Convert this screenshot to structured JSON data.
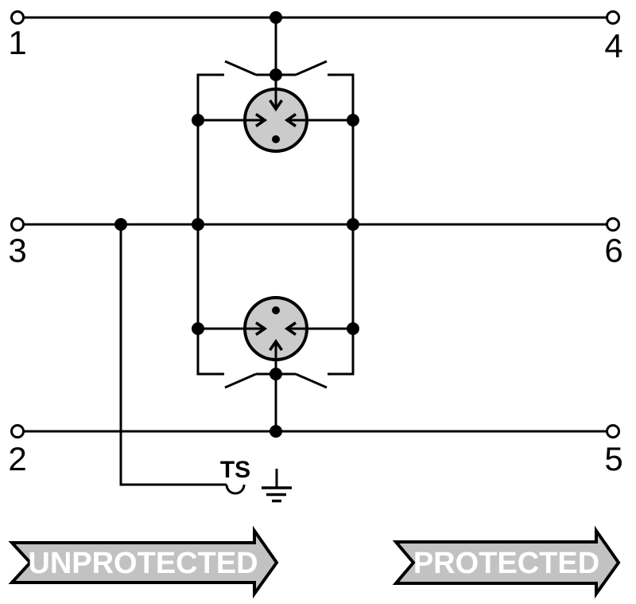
{
  "diagram": {
    "terminals": [
      {
        "label": "1",
        "side": "unprotected",
        "line": "top"
      },
      {
        "label": "4",
        "side": "protected",
        "line": "top"
      },
      {
        "label": "3",
        "side": "unprotected",
        "line": "middle"
      },
      {
        "label": "6",
        "side": "protected",
        "line": "middle"
      },
      {
        "label": "2",
        "side": "unprotected",
        "line": "bottom"
      },
      {
        "label": "5",
        "side": "protected",
        "line": "bottom"
      }
    ],
    "ts_label": "TS",
    "flow_arrows": {
      "left": "UNPROTECTED",
      "right": "PROTECTED"
    },
    "icons": {
      "arrester_upper": "gas-discharge-tube-icon",
      "arrester_lower": "gas-discharge-tube-icon",
      "spark_gap_upper": "spark-gap-icon",
      "spark_gap_lower": "spark-gap-icon",
      "ground": "earth-ground-icon",
      "ts_hook": "ts-socket-icon"
    },
    "colors": {
      "line": "#000000",
      "component_fill": "#cbcbcb",
      "arrow_fill": "#c2c2c2",
      "arrow_text": "#ffffff"
    }
  }
}
